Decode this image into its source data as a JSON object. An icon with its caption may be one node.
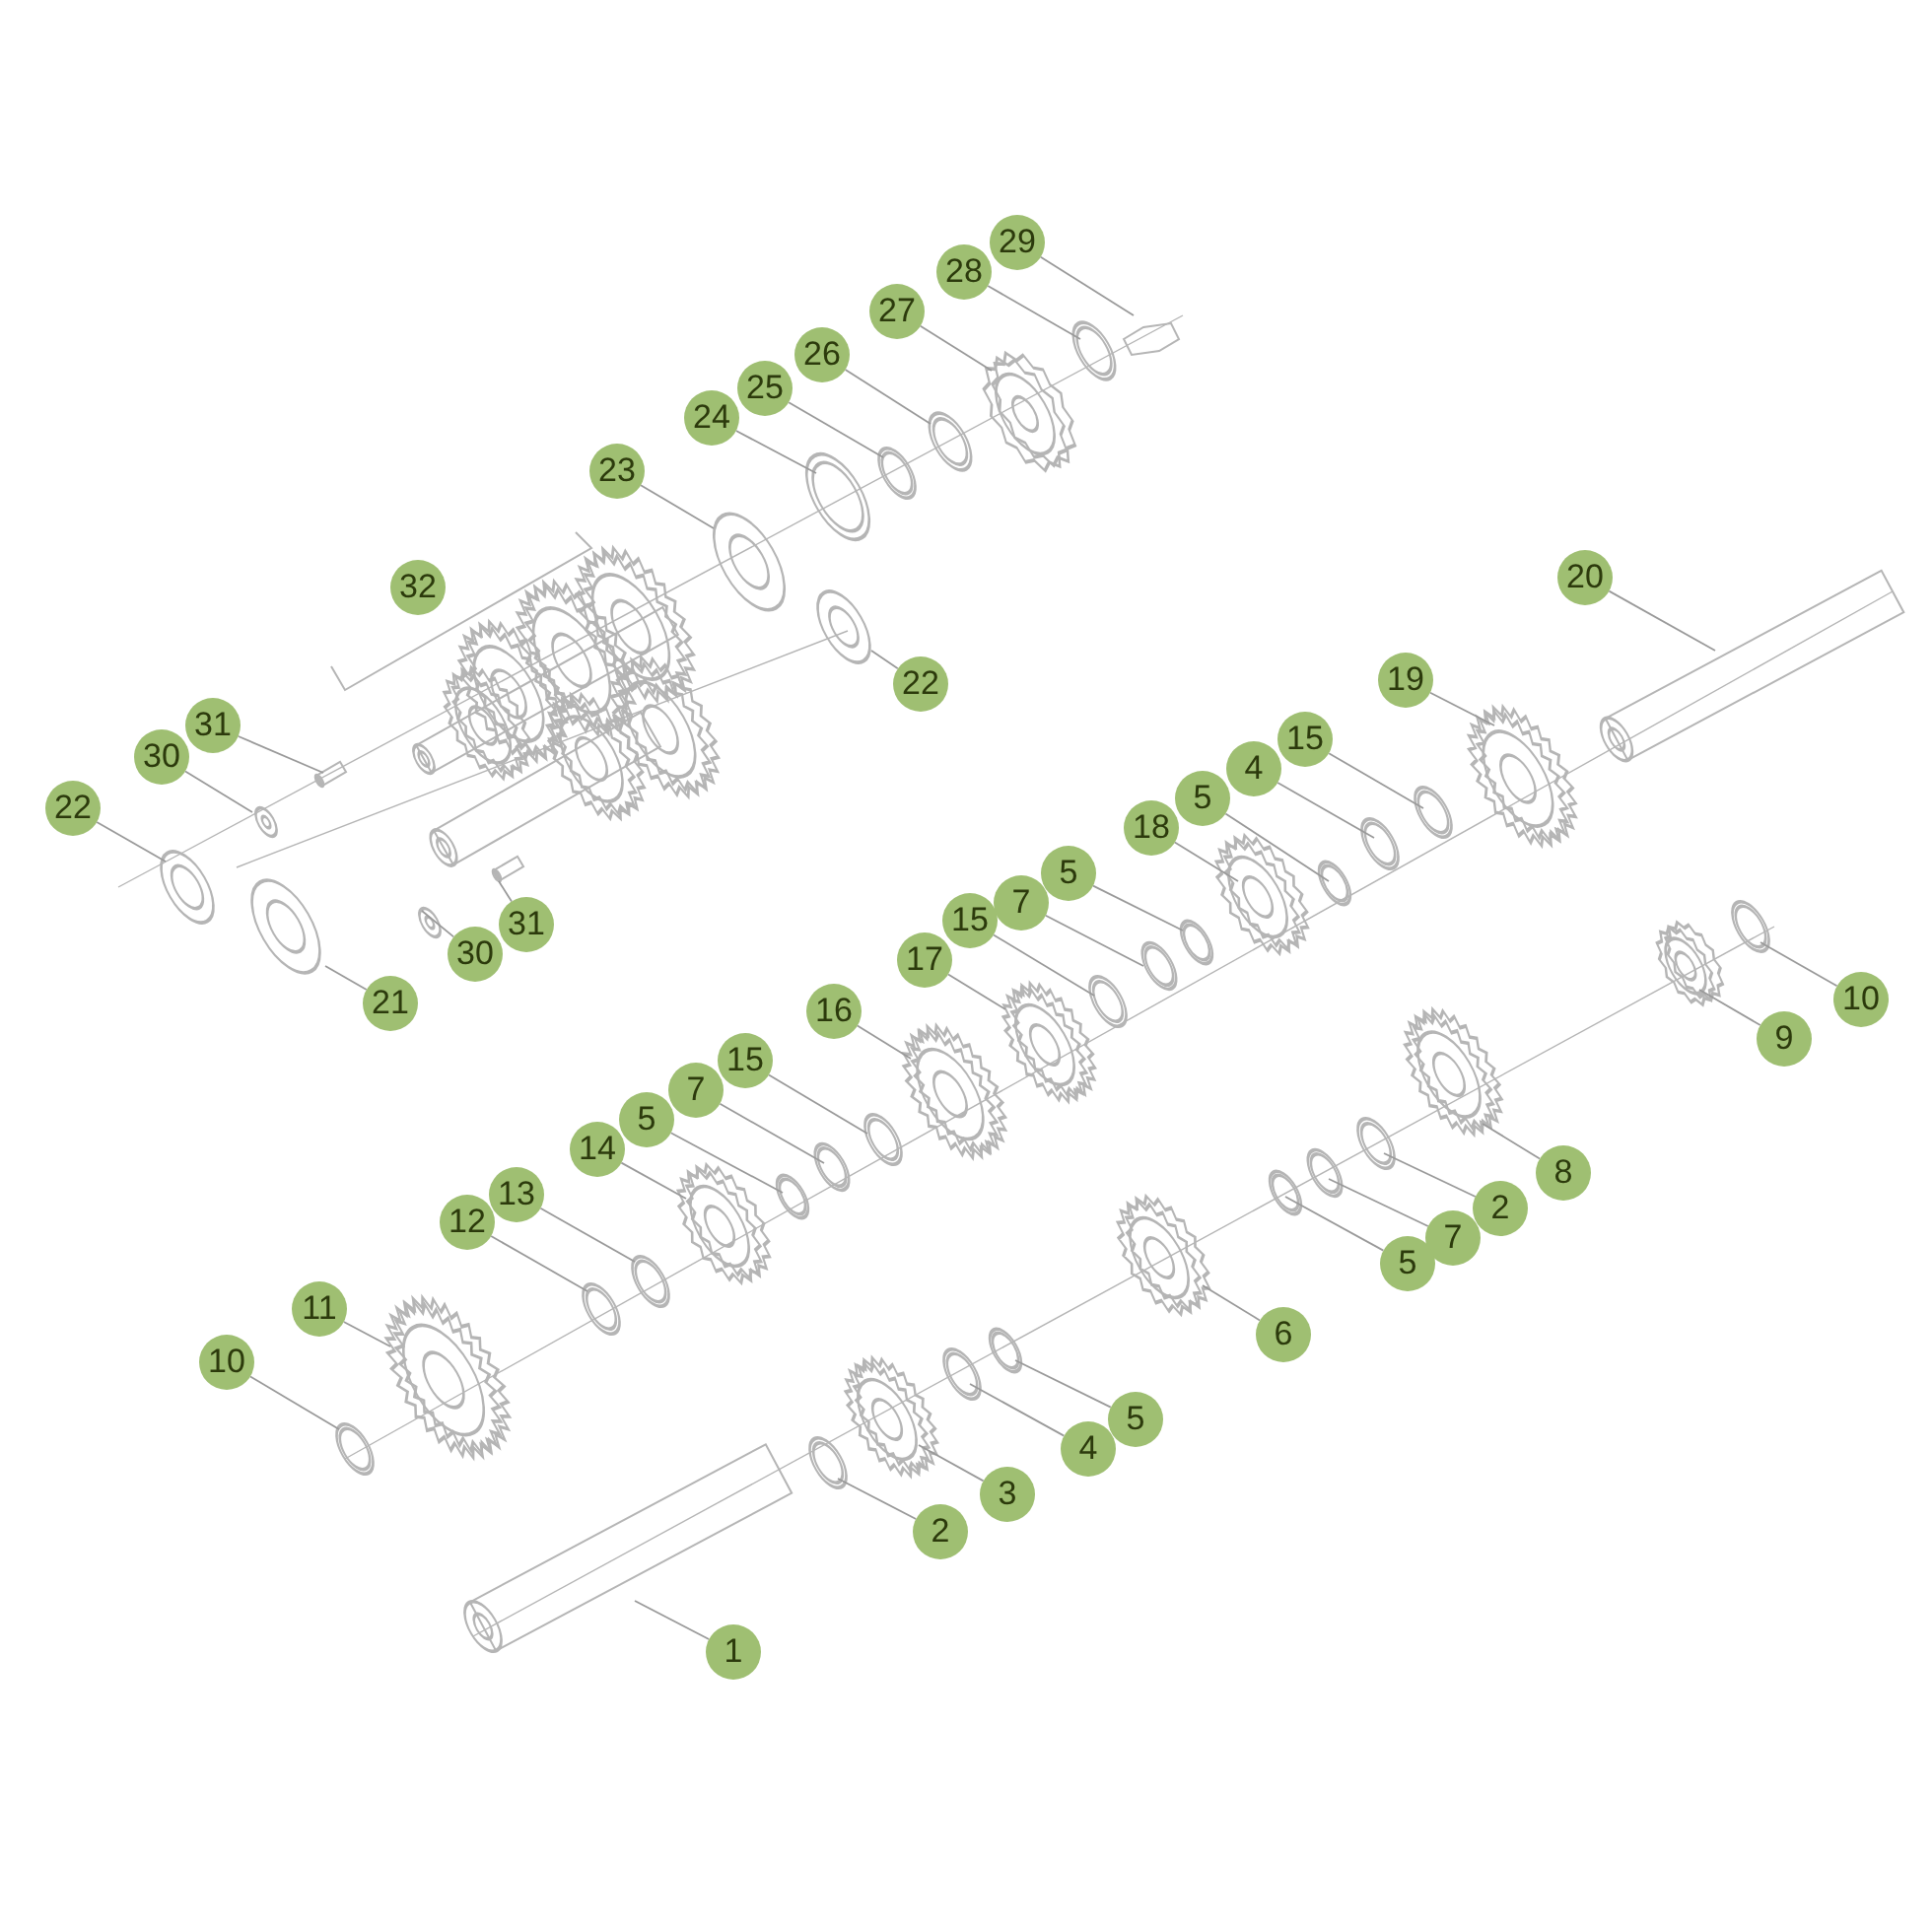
{
  "diagram": {
    "nodes": [
      {
        "text": [
          "29"
        ]
      },
      {
        "text": [
          "28"
        ]
      },
      {
        "text": [
          "27"
        ]
      },
      {
        "text": [
          "26"
        ]
      },
      {
        "text": [
          "25"
        ]
      },
      {
        "text": [
          "24"
        ]
      },
      {
        "text": [
          "23"
        ]
      },
      {
        "text": [
          "20"
        ]
      },
      {
        "text": [
          "32"
        ]
      },
      {
        "text": [
          "19"
        ]
      },
      {
        "text": [
          "22"
        ]
      },
      {
        "text": [
          "31"
        ]
      },
      {
        "text": [
          "15"
        ]
      },
      {
        "text": [
          "30"
        ]
      },
      {
        "text": [
          "4"
        ]
      },
      {
        "text": [
          "5"
        ]
      },
      {
        "text": [
          "22"
        ]
      },
      {
        "text": [
          "18"
        ]
      },
      {
        "text": [
          "5"
        ]
      },
      {
        "text": [
          "7"
        ]
      },
      {
        "text": [
          "15"
        ]
      },
      {
        "text": [
          "31"
        ]
      },
      {
        "text": [
          "30"
        ]
      },
      {
        "text": [
          "17"
        ]
      },
      {
        "text": [
          "21"
        ]
      },
      {
        "text": [
          "10"
        ]
      },
      {
        "text": [
          "16"
        ]
      },
      {
        "text": [
          "9"
        ]
      },
      {
        "text": [
          "15"
        ]
      },
      {
        "text": [
          "7"
        ]
      },
      {
        "text": [
          "5"
        ]
      },
      {
        "text": [
          "14"
        ]
      },
      {
        "text": [
          "8"
        ]
      },
      {
        "text": [
          "13"
        ]
      },
      {
        "text": [
          "2"
        ]
      },
      {
        "text": [
          "12"
        ]
      },
      {
        "text": [
          "7"
        ]
      },
      {
        "text": [
          "5"
        ]
      },
      {
        "text": [
          "11"
        ]
      },
      {
        "text": [
          "6"
        ]
      },
      {
        "text": [
          "10"
        ]
      },
      {
        "text": [
          "5"
        ]
      },
      {
        "text": [
          "4"
        ]
      },
      {
        "text": [
          "3"
        ]
      },
      {
        "text": [
          "2"
        ]
      },
      {
        "text": [
          "1"
        ]
      }
    ],
    "edges": [
      {
        "from": 0,
        "to": null,
        "arrow": "none"
      },
      {
        "from": 1,
        "to": null,
        "arrow": "none"
      },
      {
        "from": 2,
        "to": null,
        "arrow": "none"
      },
      {
        "from": 3,
        "to": null,
        "arrow": "none"
      },
      {
        "from": 4,
        "to": null,
        "arrow": "none"
      },
      {
        "from": 5,
        "to": null,
        "arrow": "none"
      },
      {
        "from": 6,
        "to": null,
        "arrow": "none"
      },
      {
        "from": 7,
        "to": null,
        "arrow": "none"
      },
      {
        "from": 9,
        "to": null,
        "arrow": "none"
      },
      {
        "from": 10,
        "to": null,
        "arrow": "none"
      },
      {
        "from": 11,
        "to": null,
        "arrow": "none"
      },
      {
        "from": 12,
        "to": null,
        "arrow": "none"
      },
      {
        "from": 13,
        "to": null,
        "arrow": "none"
      },
      {
        "from": 14,
        "to": null,
        "arrow": "none"
      },
      {
        "from": 15,
        "to": null,
        "arrow": "none"
      },
      {
        "from": 16,
        "to": null,
        "arrow": "none"
      },
      {
        "from": 17,
        "to": null,
        "arrow": "none"
      },
      {
        "from": 18,
        "to": null,
        "arrow": "none"
      },
      {
        "from": 19,
        "to": null,
        "arrow": "none"
      },
      {
        "from": 20,
        "to": null,
        "arrow": "none"
      },
      {
        "from": 21,
        "to": null,
        "arrow": "none"
      },
      {
        "from": 22,
        "to": null,
        "arrow": "none"
      },
      {
        "from": 23,
        "to": null,
        "arrow": "none"
      },
      {
        "from": 24,
        "to": null,
        "arrow": "none"
      },
      {
        "from": 25,
        "to": null,
        "arrow": "none"
      },
      {
        "from": 26,
        "to": null,
        "arrow": "none"
      },
      {
        "from": 27,
        "to": null,
        "arrow": "none"
      },
      {
        "from": 28,
        "to": null,
        "arrow": "none"
      },
      {
        "from": 29,
        "to": null,
        "arrow": "none"
      },
      {
        "from": 30,
        "to": null,
        "arrow": "none"
      },
      {
        "from": 31,
        "to": null,
        "arrow": "none"
      },
      {
        "from": 32,
        "to": null,
        "arrow": "none"
      },
      {
        "from": 33,
        "to": null,
        "arrow": "none"
      },
      {
        "from": 34,
        "to": null,
        "arrow": "none"
      },
      {
        "from": 35,
        "to": null,
        "arrow": "none"
      },
      {
        "from": 36,
        "to": null,
        "arrow": "none"
      },
      {
        "from": 37,
        "to": null,
        "arrow": "none"
      },
      {
        "from": 38,
        "to": null,
        "arrow": "none"
      },
      {
        "from": 39,
        "to": null,
        "arrow": "none"
      },
      {
        "from": 40,
        "to": null,
        "arrow": "none"
      },
      {
        "from": 41,
        "to": null,
        "arrow": "none"
      },
      {
        "from": 42,
        "to": null,
        "arrow": "none"
      },
      {
        "from": 43,
        "to": null,
        "arrow": "none"
      },
      {
        "from": 44,
        "to": null,
        "arrow": "none"
      },
      {
        "from": 45,
        "to": null,
        "arrow": "none"
      }
    ]
  }
}
